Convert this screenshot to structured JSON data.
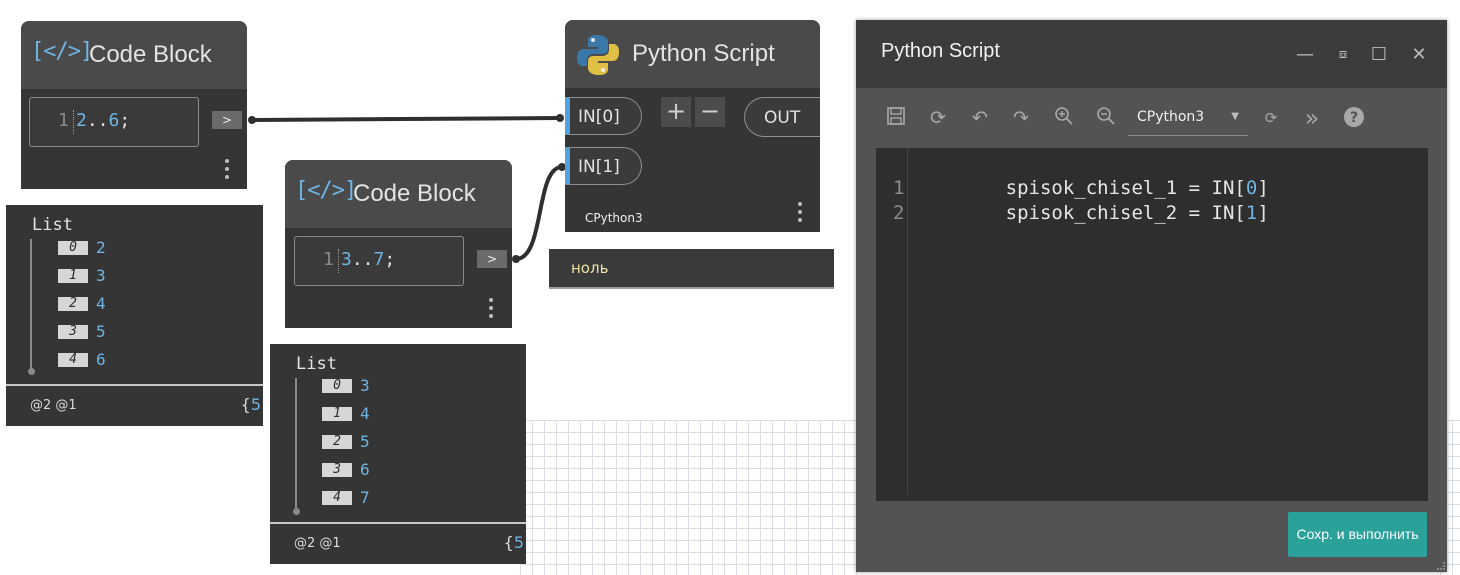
{
  "code_block_1": {
    "title": "Code Block",
    "icon": "code-block-icon",
    "line_number": "1",
    "code_start": "2",
    "code_range": "..",
    "code_end": "6",
    "code_semicolon": ";",
    "out_port_label": ">"
  },
  "code_block_2": {
    "title": "Code Block",
    "icon": "code-block-icon",
    "line_number": "1",
    "code_start": "3",
    "code_range": "..",
    "code_end": "7",
    "code_semicolon": ";",
    "out_port_label": ">"
  },
  "preview_1": {
    "list_label": "List",
    "items": [
      {
        "index": "0",
        "value": "2"
      },
      {
        "index": "1",
        "value": "3"
      },
      {
        "index": "2",
        "value": "4"
      },
      {
        "index": "3",
        "value": "5"
      },
      {
        "index": "4",
        "value": "6"
      }
    ],
    "levels": "@2 @1",
    "count_open": "{",
    "count": "5"
  },
  "preview_2": {
    "list_label": "List",
    "items": [
      {
        "index": "0",
        "value": "3"
      },
      {
        "index": "1",
        "value": "4"
      },
      {
        "index": "2",
        "value": "5"
      },
      {
        "index": "3",
        "value": "6"
      },
      {
        "index": "4",
        "value": "7"
      }
    ],
    "levels": "@2 @1",
    "count_open": "{",
    "count": "5"
  },
  "python_node": {
    "title": "Python Script",
    "icon": "python-logo-icon",
    "inputs": [
      "IN[0]",
      "IN[1]"
    ],
    "add_label": "+",
    "remove_label": "−",
    "output": "OUT",
    "engine": "CPython3",
    "result": "ноль"
  },
  "editor": {
    "title": "Python Script",
    "window_buttons": [
      "minimize-icon",
      "restore-icon",
      "maximize-icon",
      "close-icon"
    ],
    "toolbar_icons": [
      "save-icon",
      "run-icon",
      "undo-icon",
      "redo-icon",
      "zoom-in-icon",
      "zoom-out-icon",
      "migration-icon",
      "more-icon",
      "help-icon"
    ],
    "engine": "CPython3",
    "code_lines": [
      {
        "num": "1",
        "var": "spisok_chisel_1",
        "eq": " = IN[",
        "idx": "0",
        "close": "]"
      },
      {
        "num": "2",
        "var": "spisok_chisel_2",
        "eq": " = IN[",
        "idx": "1",
        "close": "]"
      }
    ],
    "run_button": "Сохр. и выполнить"
  },
  "colors": {
    "node_bg": "#353535",
    "node_header": "#4a4a4a",
    "accent_blue": "#6fb4e3",
    "run_button": "#2aa199",
    "warning_text": "#efe4a4"
  }
}
